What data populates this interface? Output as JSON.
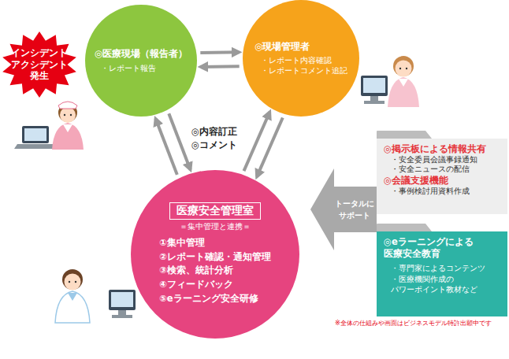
{
  "diagram": {
    "nodes": [
      {
        "text": [
          "インシデント アクシデント 発生"
        ]
      },
      {
        "text": [
          "◎医療現場（報告者）",
          "・レポート報告"
        ]
      },
      {
        "text": [
          "◎現場管理者",
          "・レポート内容確認",
          "・レポートコメント追記"
        ]
      },
      {
        "text": [
          "医療安全管理室",
          "＝集中管理と連携＝",
          "①集中管理",
          "②レポート確認・通知管理",
          "③検索、統計分析",
          "④フィードバック",
          "⑤eラーニング安全研修"
        ]
      },
      {
        "text": [
          "◎掲示板による情報共有",
          "・安全委員会議事録通知",
          "・安全ニュースの配信",
          "◎会議支援機能",
          "・事例検討用資料作成"
        ]
      },
      {
        "text": [
          "トータルに サポート"
        ]
      },
      {
        "text": [
          "◎eラーニングによる 医療安全教育",
          "・専門家によるコンテンツ",
          "・医療機関作成の パワーポイント教材など"
        ]
      }
    ],
    "edges": [
      {
        "from": 1,
        "to": 2,
        "arrow": "to"
      },
      {
        "from": 2,
        "to": 1,
        "arrow": "to"
      },
      {
        "from": 1,
        "to": 3,
        "arrow": "to"
      },
      {
        "from": 3,
        "to": 1,
        "arrow": "to"
      },
      {
        "from": 2,
        "to": 3,
        "arrow": "to"
      },
      {
        "from": 3,
        "to": 2,
        "arrow": "to"
      }
    ],
    "labels": [
      "◎内容訂正",
      "◎コメント",
      "※全体の仕組みや画面はビジネスモデル特許出願中です"
    ]
  }
}
